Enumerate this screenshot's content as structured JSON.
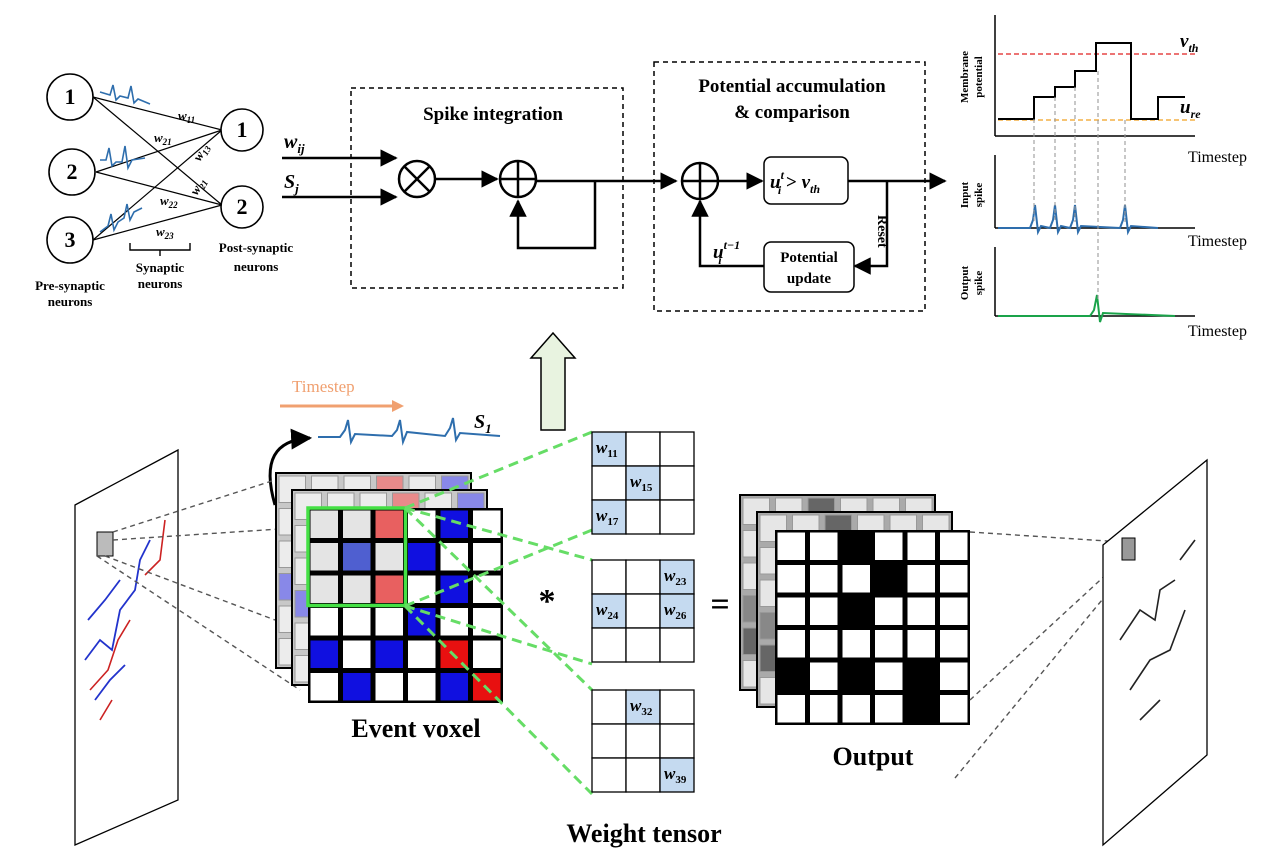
{
  "network": {
    "pre_neurons": [
      "1",
      "2",
      "3"
    ],
    "post_neurons": [
      "1",
      "2"
    ],
    "pre_label": [
      "Pre-synaptic",
      "neurons"
    ],
    "syn_label": [
      "Synaptic",
      "neurons"
    ],
    "post_label": [
      "Post-synaptic",
      "neurons"
    ],
    "weights": {
      "w11": "w",
      "w11_sub": "11",
      "w21a": "w",
      "w21a_sub": "21",
      "w13": "w",
      "w13_sub": "13",
      "w21b": "w",
      "w21b_sub": "21",
      "w22": "w",
      "w22_sub": "22",
      "w23": "w",
      "w23_sub": "23"
    }
  },
  "inputs": {
    "w_main": "w",
    "w_sub": "ij",
    "s_main": "S",
    "s_sub": "j"
  },
  "blocks": {
    "spike_integration": "Spike integration",
    "potential_title_1": "Potential accumulation",
    "potential_title_2": "& comparison",
    "comparison": {
      "u": "u",
      "sup": "t",
      "sub": "i",
      "op": " > ",
      "v": "v",
      "vsub": "th"
    },
    "feedback": {
      "u": "u",
      "sup": "t−1",
      "sub": "i"
    },
    "update_1": "Potential",
    "update_2": "update",
    "reset": "Reset"
  },
  "plots": {
    "membrane_label": [
      "Membrane",
      "potential"
    ],
    "input_label": [
      "Input",
      "spike"
    ],
    "output_label": [
      "Output",
      "spike"
    ],
    "xlabel": "Timestep",
    "v_th": {
      "main": "v",
      "sub": "th"
    },
    "u_re": {
      "main": "u",
      "sub": "re"
    },
    "colors": {
      "threshold": "#e02020",
      "reset": "#f0a020",
      "input": "#2e6ead",
      "output": "#1aa34a"
    }
  },
  "bottom": {
    "timestep": "Timestep",
    "s1_main": "S",
    "s1_sub": "1",
    "event_voxel": "Event voxel",
    "output": "Output",
    "weight_tensor": "Weight tensor",
    "conv_op": "*",
    "equals": "=",
    "kernels": [
      [
        {
          "row": 0,
          "col": 0,
          "w": "w",
          "sub": "11"
        },
        {
          "row": 1,
          "col": 1,
          "w": "w",
          "sub": "15"
        },
        {
          "row": 2,
          "col": 0,
          "w": "w",
          "sub": "17"
        }
      ],
      [
        {
          "row": 0,
          "col": 2,
          "w": "w",
          "sub": "23"
        },
        {
          "row": 1,
          "col": 0,
          "w": "w",
          "sub": "24"
        },
        {
          "row": 1,
          "col": 2,
          "w": "w",
          "sub": "26"
        }
      ],
      [
        {
          "row": 0,
          "col": 1,
          "w": "w",
          "sub": "32"
        },
        {
          "row": 2,
          "col": 2,
          "w": "w",
          "sub": "39"
        }
      ]
    ],
    "colors": {
      "blue": "#1010e0",
      "red": "#e81010",
      "kernel_fill": "#c5daf0",
      "green": "#44e044",
      "arrow": "#e8f3e0",
      "timestep": "#f0a070"
    }
  }
}
